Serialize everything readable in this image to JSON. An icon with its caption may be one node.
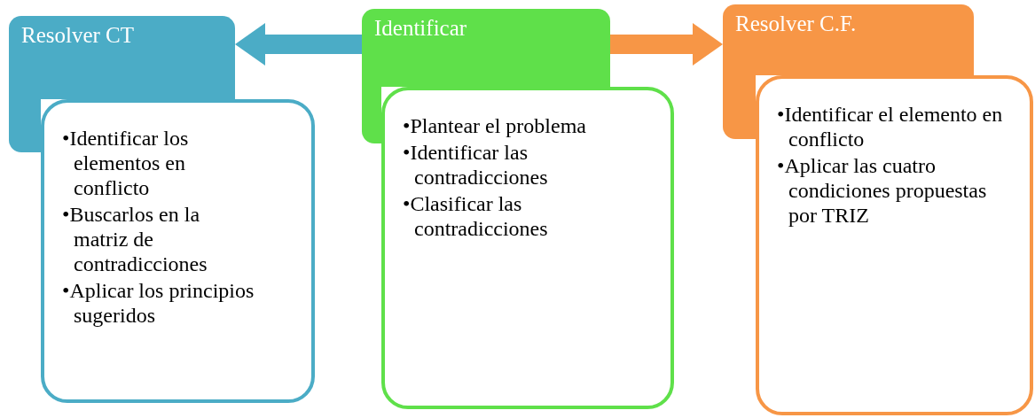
{
  "diagram": {
    "nodes": [
      {
        "text": [
          "Resolver CT"
        ]
      },
      {
        "text": [
          "•Identificar los elementos en conflicto",
          "•Buscarlos en la matriz de contradicciones",
          "•Aplicar los principios sugeridos"
        ]
      },
      {
        "text": [
          "Identificar"
        ]
      },
      {
        "text": [
          "•Plantear el problema",
          "•Identificar las contradicciones",
          "•Clasificar las contradicciones"
        ]
      },
      {
        "text": [
          "Resolver C.F."
        ]
      },
      {
        "text": [
          "•Identificar el elemento en conflicto",
          "•Aplicar las cuatro condiciones propuestas por TRIZ"
        ]
      }
    ],
    "edges": [
      {
        "from": 2,
        "to": 0,
        "arrow": "to",
        "color": "#4bacc6"
      },
      {
        "from": 2,
        "to": 4,
        "arrow": "to",
        "color": "#f79646"
      }
    ]
  }
}
